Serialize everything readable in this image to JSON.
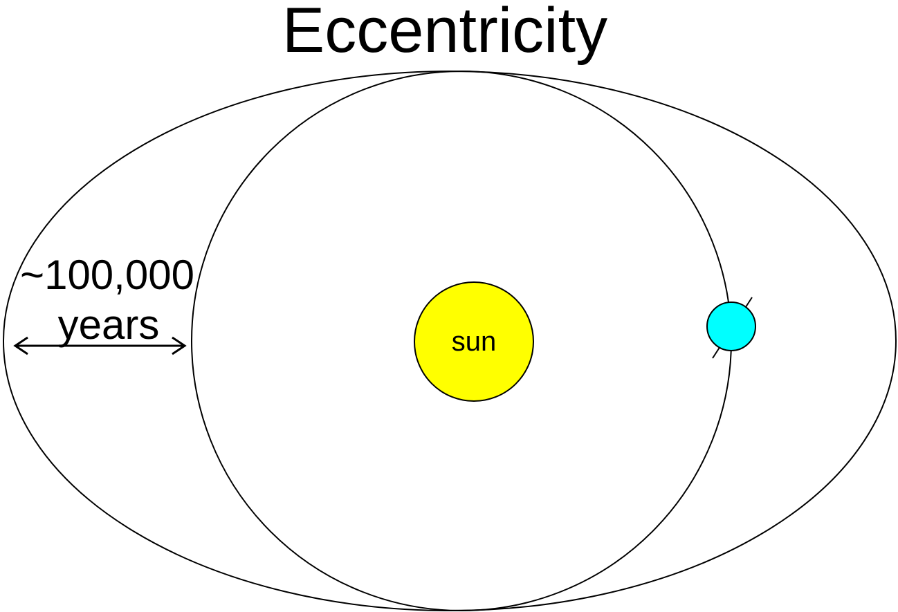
{
  "title": "Eccentricity",
  "period_label": {
    "line1": "~100,000",
    "line2": "years"
  },
  "sun_label": "sun",
  "colors": {
    "sun": "#ffff00",
    "earth": "#00ffff",
    "stroke": "#000000",
    "background": "#ffffff"
  }
}
